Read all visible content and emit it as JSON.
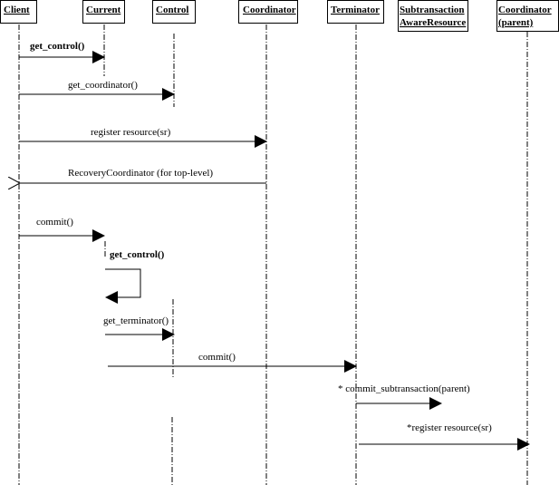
{
  "participants": [
    {
      "id": "client",
      "lines": [
        "Client"
      ]
    },
    {
      "id": "current",
      "lines": [
        "Current"
      ]
    },
    {
      "id": "control",
      "lines": [
        "Control"
      ]
    },
    {
      "id": "coordinator",
      "lines": [
        "Coordinator"
      ]
    },
    {
      "id": "terminator",
      "lines": [
        "Terminator"
      ]
    },
    {
      "id": "subtransaction",
      "lines": [
        "Subtransaction",
        "AwareResource"
      ]
    },
    {
      "id": "coordinator-parent",
      "lines": [
        "Coordinator",
        "(parent)"
      ]
    }
  ],
  "messages": [
    {
      "label": "get_control()",
      "bold": true
    },
    {
      "label": "get_coordinator()"
    },
    {
      "label": "register resource(sr)"
    },
    {
      "label": "RecoveryCoordinator (for top-level)"
    },
    {
      "label": "commit()"
    },
    {
      "label": "get_control()",
      "bold": true
    },
    {
      "label": "get_terminator()"
    },
    {
      "label": "commit()"
    },
    {
      "label": "* commit_subtransaction(parent)"
    },
    {
      "label": "*register resource(sr)"
    }
  ]
}
